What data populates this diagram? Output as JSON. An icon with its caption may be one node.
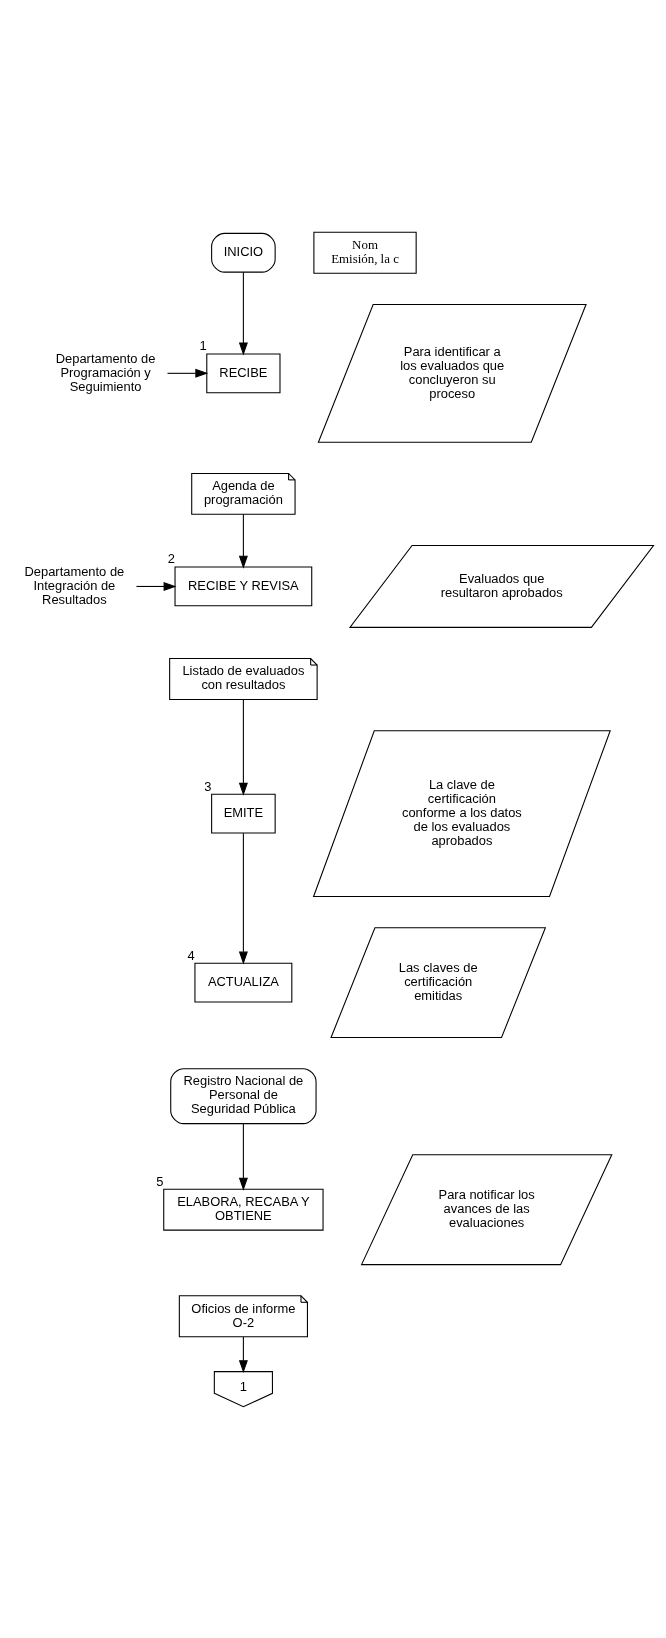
{
  "diagram": {
    "nodes": [
      {
        "text": [
          "INICIO"
        ]
      },
      {
        "text": [
          "Departamento de Programación y Seguimiento"
        ]
      },
      {
        "text": [
          "RECIBE"
        ],
        "beside": [
          "1"
        ]
      },
      {
        "text": [
          "Agenda de programación"
        ]
      },
      {
        "text": [
          "Para identificar a los evaluados que concluyeron su proceso"
        ]
      },
      {
        "text": [
          "Departamento de Integración de Resultados"
        ]
      },
      {
        "text": [
          "RECIBE Y REVISA"
        ],
        "beside": [
          "2"
        ]
      },
      {
        "text": [
          "Listado de evaluados con resultados"
        ]
      },
      {
        "text": [
          "Evaluados que resultaron aprobados"
        ]
      },
      {
        "text": [
          "EMITE"
        ],
        "beside": [
          "3"
        ]
      },
      {
        "text": [
          "La clave de certificación conforme a los datos de los evaluados aprobados"
        ]
      },
      {
        "text": [
          "ACTUALIZA"
        ],
        "beside": [
          "4"
        ]
      },
      {
        "text": [
          "Registro Nacional de Personal de Seguridad Pública"
        ]
      },
      {
        "text": [
          "Las claves de certificación emitidas"
        ]
      },
      {
        "text": [
          "ELABORA, RECABA Y OBTIENE"
        ],
        "beside": [
          "5"
        ]
      },
      {
        "text": [
          "Oficios de informe O-2"
        ]
      },
      {
        "text": [
          "Para notificar los avances de las evaluaciones"
        ]
      },
      {
        "text": [
          "1"
        ]
      },
      {
        "text": [
          "Nom",
          "Emisión, la c"
        ]
      }
    ],
    "edges": [
      {
        "from": 0,
        "to": 2,
        "arrow": "to"
      },
      {
        "from": 1,
        "to": 2,
        "arrow": "to"
      },
      {
        "from": 3,
        "to": 6,
        "arrow": "to"
      },
      {
        "from": 5,
        "to": 6,
        "arrow": "to"
      },
      {
        "from": 7,
        "to": 9,
        "arrow": "to"
      },
      {
        "from": 9,
        "to": 11,
        "arrow": "to"
      },
      {
        "from": 12,
        "to": 14,
        "arrow": "to"
      },
      {
        "from": 15,
        "to": 17,
        "arrow": "to"
      }
    ]
  }
}
